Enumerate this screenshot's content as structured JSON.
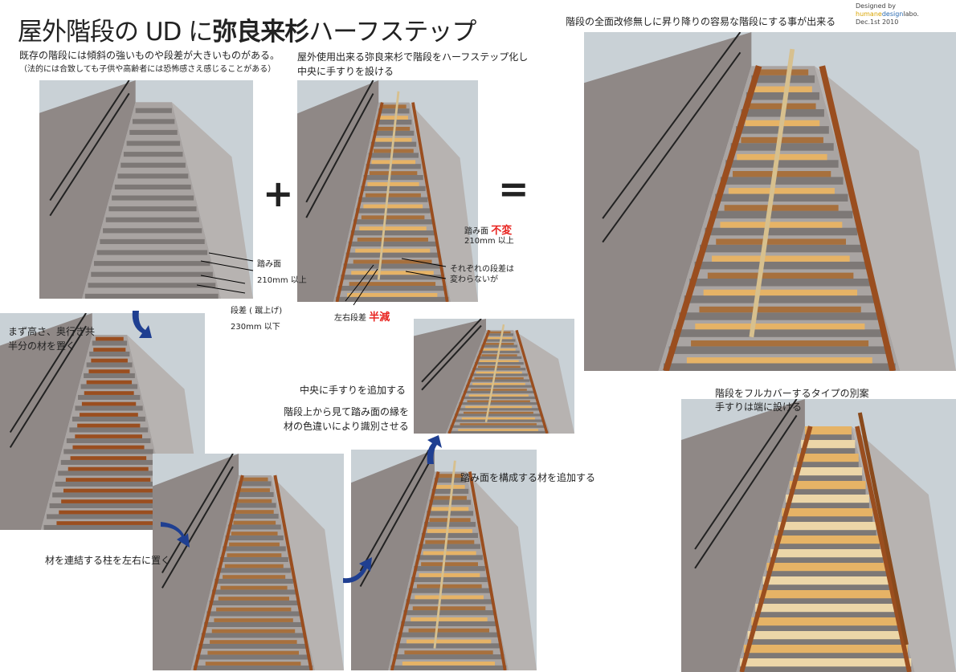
{
  "title": {
    "part1": "屋外階段の UD に",
    "part2": "弥良来杉",
    "part3": "ハーフステップ"
  },
  "credit": {
    "prefix": "Designed by ",
    "brand1": "humane",
    "brand2": "design",
    "brand3": "labo.",
    "date": "Dec.1st 2010"
  },
  "intro": {
    "line1": "既存の階段には傾斜の強いものや段差が大きいものがある。",
    "line2": "（法的には合致しても子供や高齢者には恐怖感さえ感じることがある）"
  },
  "halfstep": {
    "line1": "屋外使用出来る弥良来杉で階段をハーフステップ化し",
    "line2": "中央に手すりを設ける"
  },
  "result_caption": "階段の全面改修無しに昇り降りの容易な階段にする事が出来る",
  "dims": {
    "tread": "踏み面",
    "tread_val": "210mm 以上",
    "riser": "段差 ( 蹴上げ)",
    "riser_val": "230mm 以下",
    "tread2": "踏み面",
    "unchanged": "不変",
    "tread2_val": "210mm 以上",
    "each_riser1": "それぞれの段差は",
    "each_riser2": "変わらないが",
    "lr_riser": "左右段差",
    "halved": "半減"
  },
  "symbols": {
    "plus": "+",
    "equals": "="
  },
  "steps": {
    "s1_line1": "まず高さ、奥行き共",
    "s1_line2": "半分の材を置く",
    "s2": "材を連結する柱を左右に置く",
    "s3": "踏み面を構成する材を追加する",
    "s4": "中央に手すりを追加する",
    "s4b_line1": "階段上から見て踏み面の縁を",
    "s4b_line2": "材の色違いにより識別させる"
  },
  "alt": {
    "line1": "階段をフルカバーするタイプの別案",
    "line2": "手すりは端に設ける"
  },
  "colors": {
    "arrow": "#1f3f91",
    "accent": "#e8231f",
    "wood": "#9a4e1f",
    "plank": "#e6b366",
    "concrete": "#a9a4a2"
  }
}
